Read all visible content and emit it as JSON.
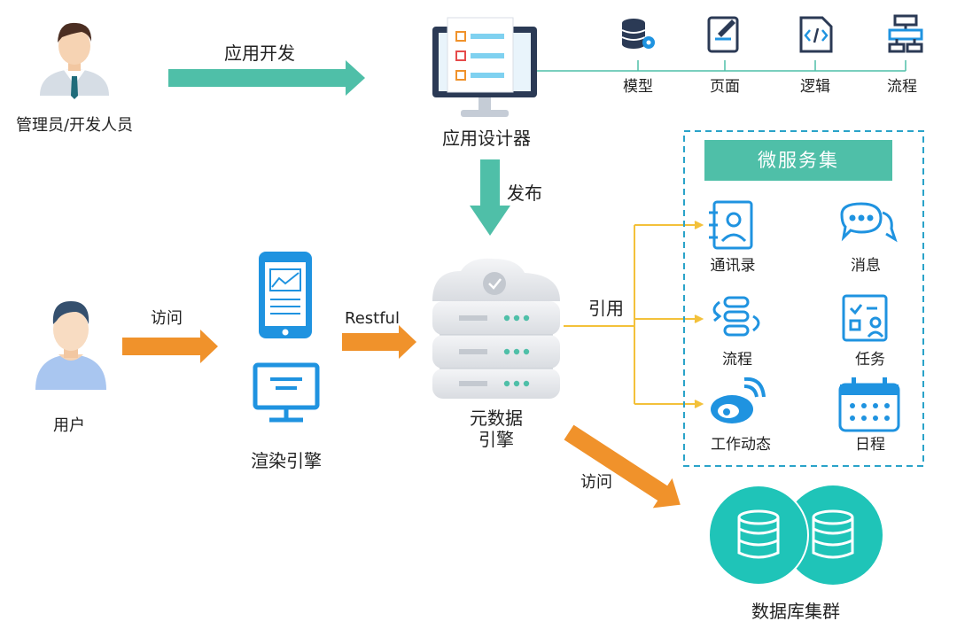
{
  "nodes": {
    "admin": "管理员/开发人员",
    "app_designer": "应用设计器",
    "user": "用户",
    "render_engine": "渲染引擎",
    "metadata_engine_line1": "元数据",
    "metadata_engine_line2": "引擎",
    "db_cluster": "数据库集群"
  },
  "edges": {
    "app_dev": "应用开发",
    "publish": "发布",
    "visit_user": "访问",
    "restful": "Restful",
    "reference": "引用",
    "visit_db": "访问"
  },
  "designer_features": [
    "模型",
    "页面",
    "逻辑",
    "流程"
  ],
  "microservices": {
    "title": "微服务集",
    "items": [
      "通讯录",
      "消息",
      "流程",
      "任务",
      "工作动态",
      "日程"
    ]
  },
  "colors": {
    "teal": "#4fbfa8",
    "orange": "#f0922b",
    "blue": "#1f93e0",
    "yellow_line": "#f3c13a",
    "dark_icon": "#2b3a55"
  }
}
